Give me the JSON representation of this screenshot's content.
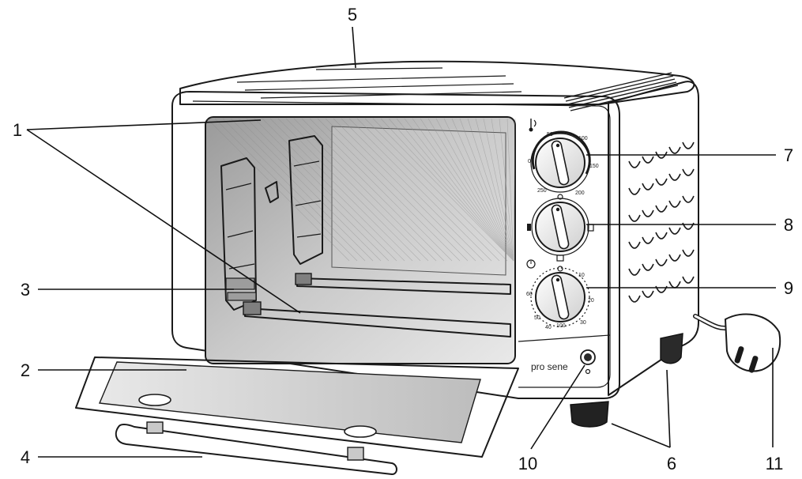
{
  "callouts": {
    "c1": "1",
    "c2": "2",
    "c3": "3",
    "c4": "4",
    "c5": "5",
    "c6": "6",
    "c7": "7",
    "c8": "8",
    "c9": "9",
    "c10": "10",
    "c11": "11"
  },
  "brand_text": "pro sene",
  "temperature_dial": {
    "marks": [
      "50",
      "100",
      "150",
      "200",
      "250",
      "0"
    ]
  },
  "timer_dial": {
    "marks": [
      "10",
      "20",
      "30",
      "40",
      "50",
      "60",
      "100"
    ]
  },
  "colors": {
    "line": "#1a1a1a",
    "cavity": "#c8c8c8",
    "body": "#ffffff"
  }
}
